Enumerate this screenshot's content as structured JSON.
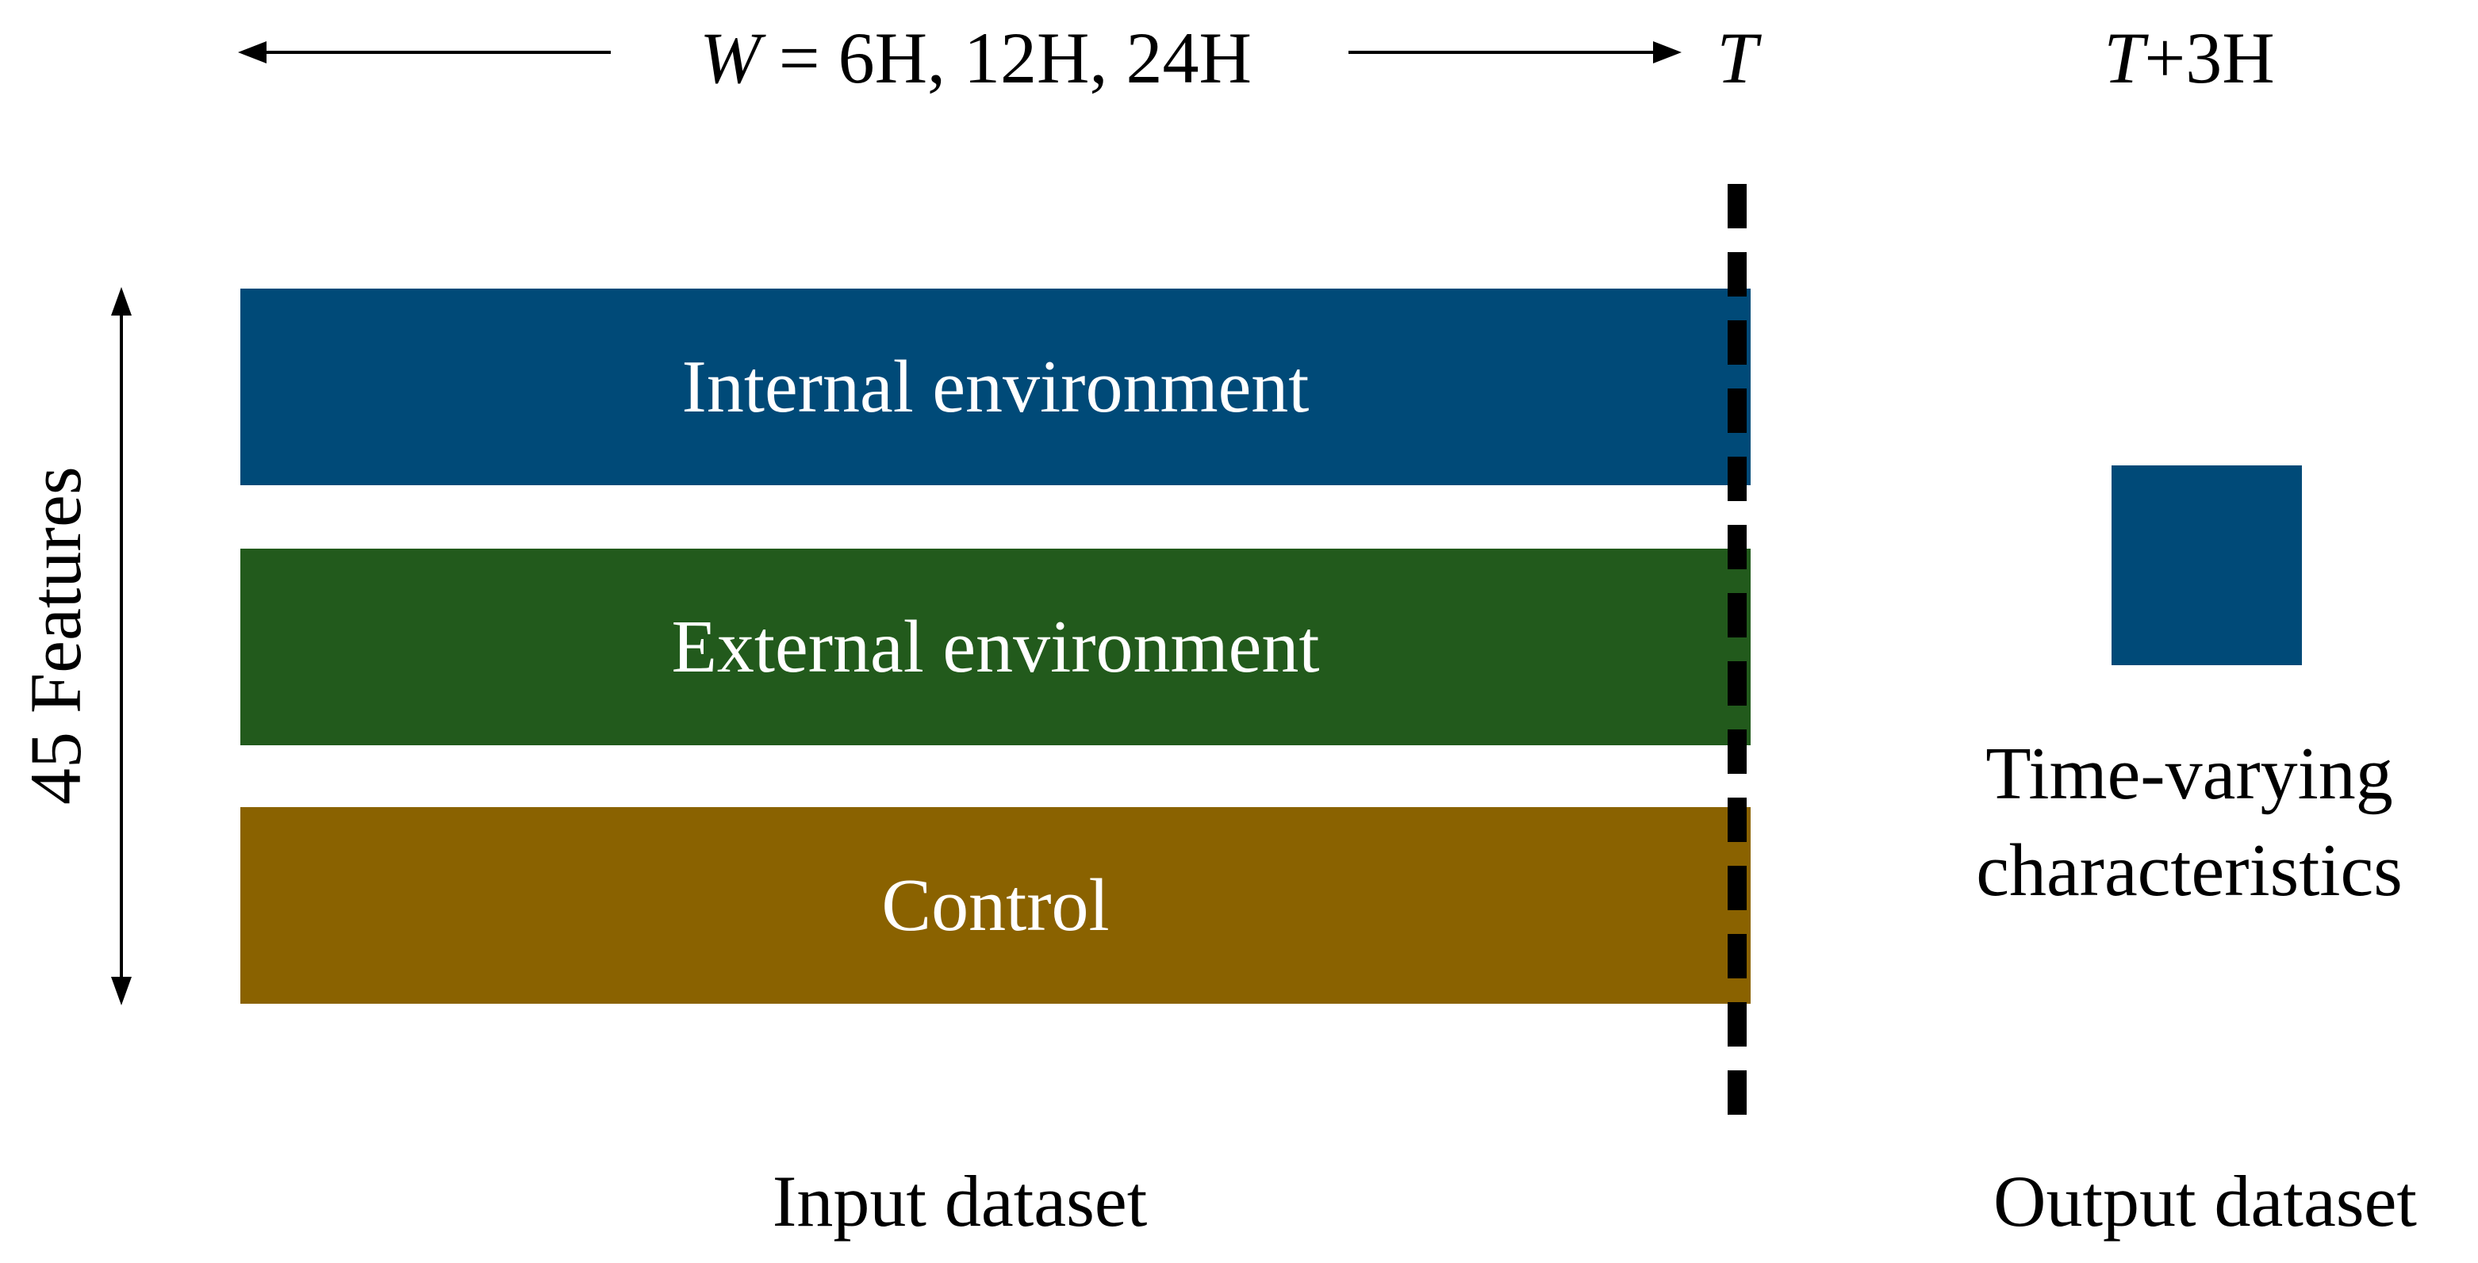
{
  "header": {
    "window_var": "W",
    "window_values": " = 6H, 12H, 24H",
    "t_label": "T",
    "t3h_var": "T",
    "t3h_suffix": "+3H"
  },
  "features_label": "45 Features",
  "bars": [
    {
      "label": "Internal environment",
      "color": "#004a78"
    },
    {
      "label": "External environment",
      "color": "#225a1c"
    },
    {
      "label": "Control",
      "color": "#8a6200"
    }
  ],
  "output": {
    "square_color": "#004a78",
    "caption_line1": "Time-varying",
    "caption_line2": "characteristics"
  },
  "footer": {
    "input_label": "Input dataset",
    "output_label": "Output dataset"
  }
}
